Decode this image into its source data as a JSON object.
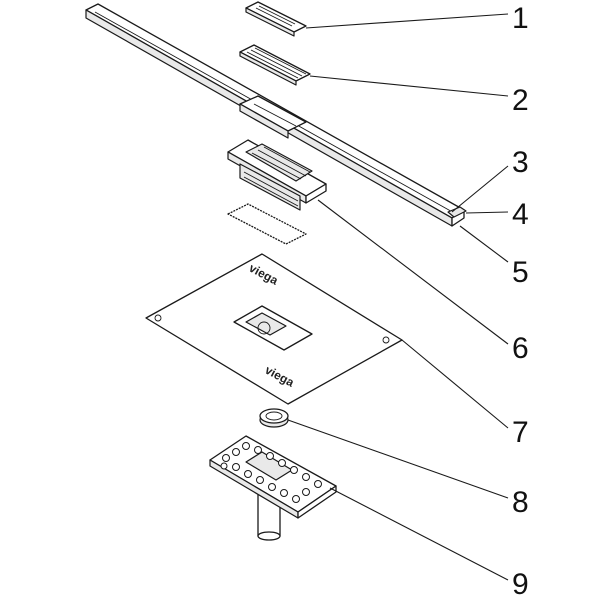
{
  "callouts": [
    "1",
    "2",
    "3",
    "4",
    "5",
    "6",
    "7",
    "8",
    "9"
  ],
  "brand_marks": [
    "viega",
    "viega"
  ],
  "colors": {
    "line": "#1a1a1a",
    "background": "#ffffff",
    "shade": "#e9e9e9"
  }
}
